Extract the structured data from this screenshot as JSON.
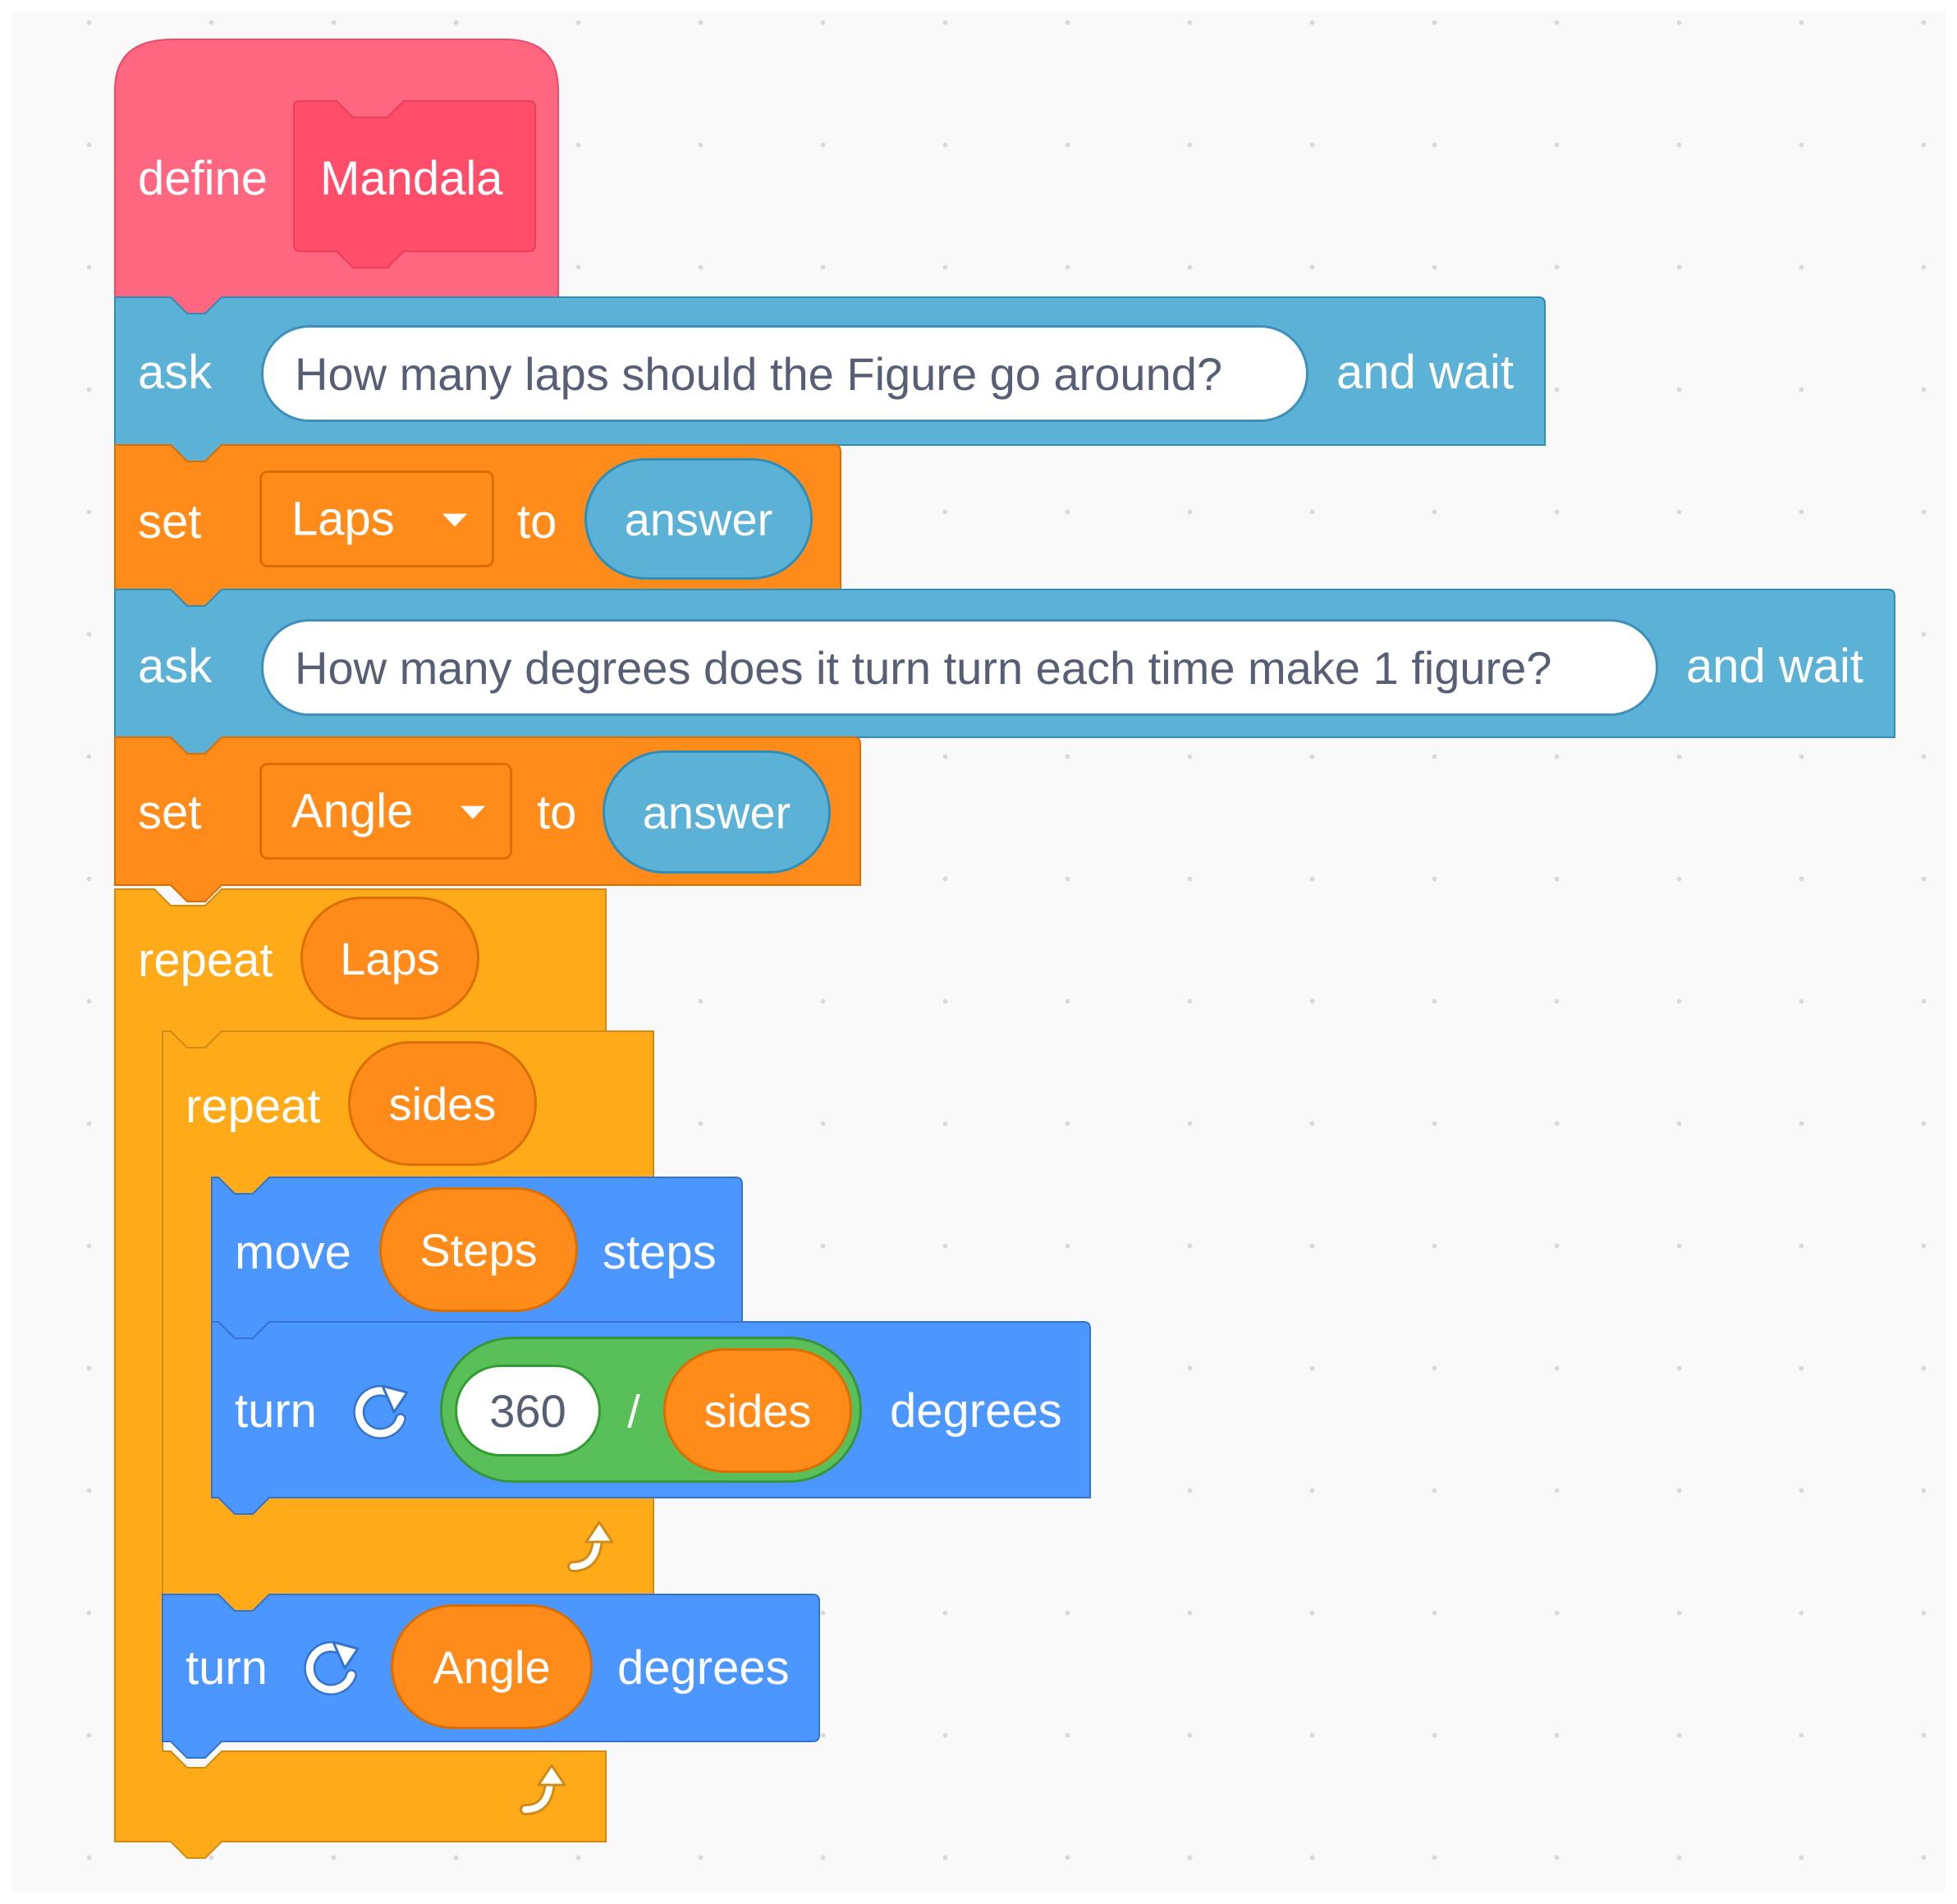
{
  "define": {
    "keyword": "define",
    "name": "Mandala"
  },
  "ask1": {
    "keyword": "ask",
    "question": "How many laps should the Figure go around?",
    "suffix": "and wait"
  },
  "set1": {
    "keyword": "set",
    "variable": "Laps",
    "to": "to",
    "value": "answer"
  },
  "ask2": {
    "keyword": "ask",
    "question": "How many degrees does it turn turn each time make 1 figure?",
    "suffix": "and wait"
  },
  "set2": {
    "keyword": "set",
    "variable": "Angle",
    "to": "to",
    "value": "answer"
  },
  "repeat_outer": {
    "keyword": "repeat",
    "count": "Laps",
    "loop_icon": "loop-arrow-icon"
  },
  "repeat_inner": {
    "keyword": "repeat",
    "count": "sides",
    "loop_icon": "loop-arrow-icon"
  },
  "move": {
    "keyword": "move",
    "steps": "Steps",
    "suffix": "steps"
  },
  "turn1": {
    "keyword": "turn",
    "icon": "rotate-right-icon",
    "left": "360",
    "operator": "/",
    "right": "sides",
    "suffix": "degrees"
  },
  "turn2": {
    "keyword": "turn",
    "icon": "rotate-right-icon",
    "value": "Angle",
    "suffix": "degrees"
  },
  "colors": {
    "events_define": "#ff6680",
    "sensing": "#5cb1d6",
    "variables": "#ff8c1a",
    "control": "#ffab19",
    "motion": "#4c97ff",
    "operators": "#59c059",
    "workspace": "#f9f9f9"
  }
}
